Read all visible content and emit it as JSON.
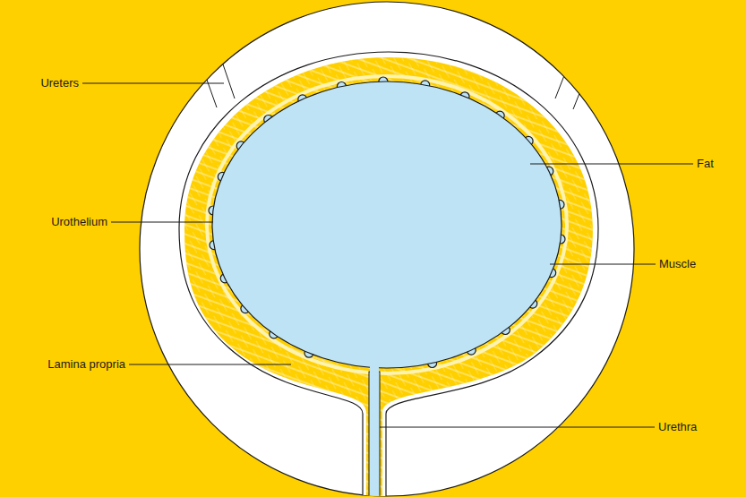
{
  "diagram": {
    "labels": [
      "Ureters",
      "Fat",
      "Urothelium",
      "Muscle",
      "Lamina propria",
      "Urethra"
    ]
  }
}
